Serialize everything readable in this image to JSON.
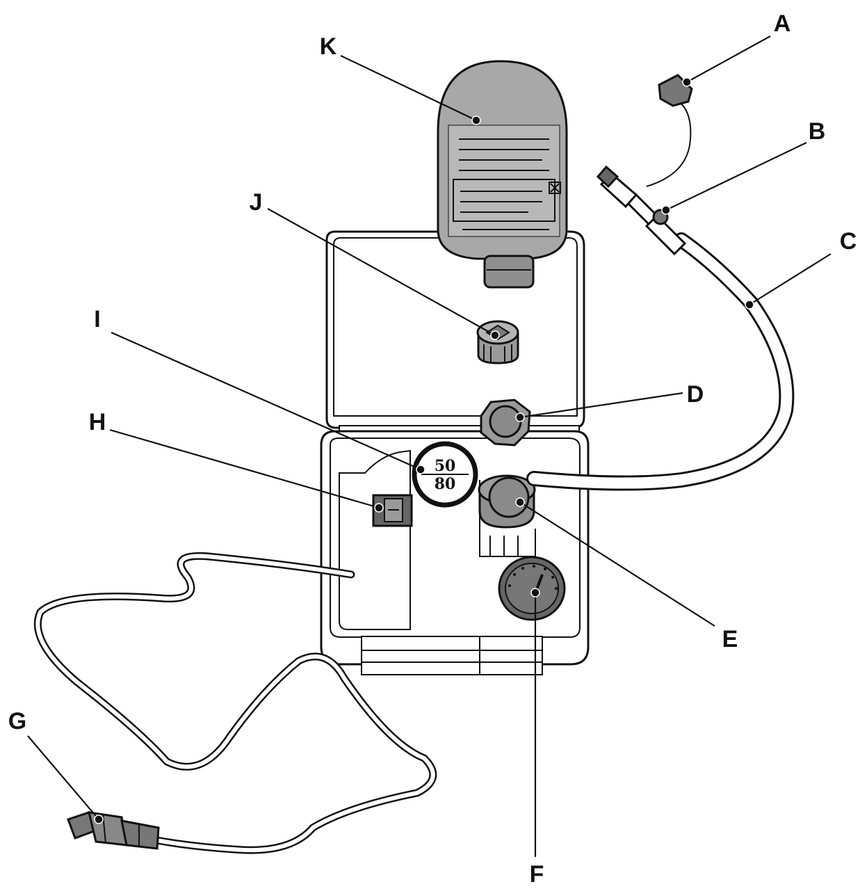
{
  "callouts": {
    "A": "A",
    "B": "B",
    "C": "C",
    "D": "D",
    "E": "E",
    "F": "F",
    "G": "G",
    "H": "H",
    "I": "I",
    "J": "J",
    "K": "K"
  },
  "speed_label": {
    "top": "50",
    "bottom": "80"
  },
  "colors": {
    "outline": "#111111",
    "case_fill": "#ffffff",
    "part_gray": "#9a9a9a",
    "bottle_gray": "#a8a8a8",
    "dark_gray": "#555555"
  }
}
